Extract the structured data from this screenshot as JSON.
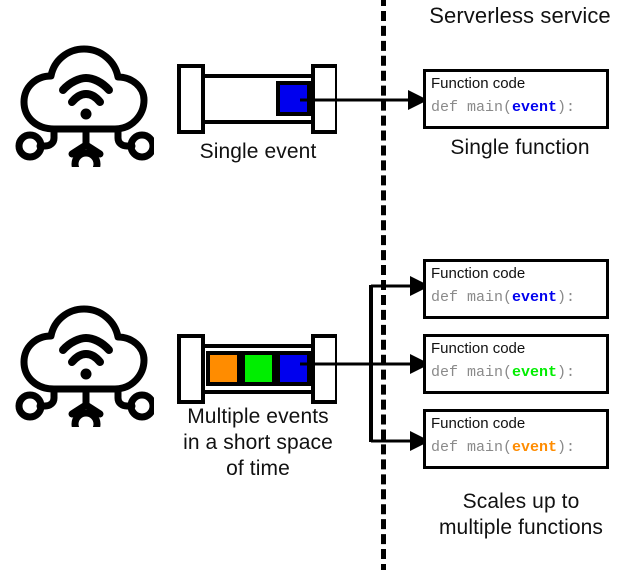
{
  "diagram": {
    "title": "Serverless service",
    "divider": {
      "style": "dashed-vertical"
    },
    "colors": {
      "event_blue": "#0000EE",
      "event_green": "#00EE00",
      "event_orange": "#FF8C00",
      "stroke": "#000000",
      "code_gray": "#8a8a8a"
    },
    "top_flow": {
      "source_icon": "cloud-wifi-icon",
      "pipe_label": "Single event",
      "events": [
        {
          "color": "#0000EE",
          "name": "event-blue"
        }
      ],
      "target_label": "Single function",
      "functions": [
        {
          "title": "Function code",
          "code_prefix": "def main(",
          "code_arg": "event",
          "code_suffix": "):",
          "arg_color": "#0000EE"
        }
      ]
    },
    "bottom_flow": {
      "source_icon": "cloud-wifi-icon",
      "pipe_label": "Multiple events\nin a short space\nof time",
      "events": [
        {
          "color": "#FF8C00",
          "name": "event-orange"
        },
        {
          "color": "#00EE00",
          "name": "event-green"
        },
        {
          "color": "#0000EE",
          "name": "event-blue"
        }
      ],
      "target_label": "Scales up to\nmultiple functions",
      "functions": [
        {
          "title": "Function code",
          "code_prefix": "def main(",
          "code_arg": "event",
          "code_suffix": "):",
          "arg_color": "#0000EE"
        },
        {
          "title": "Function code",
          "code_prefix": "def main(",
          "code_arg": "event",
          "code_suffix": "):",
          "arg_color": "#00EE00"
        },
        {
          "title": "Function code",
          "code_prefix": "def main(",
          "code_arg": "event",
          "code_suffix": "):",
          "arg_color": "#FF8C00"
        }
      ]
    }
  }
}
